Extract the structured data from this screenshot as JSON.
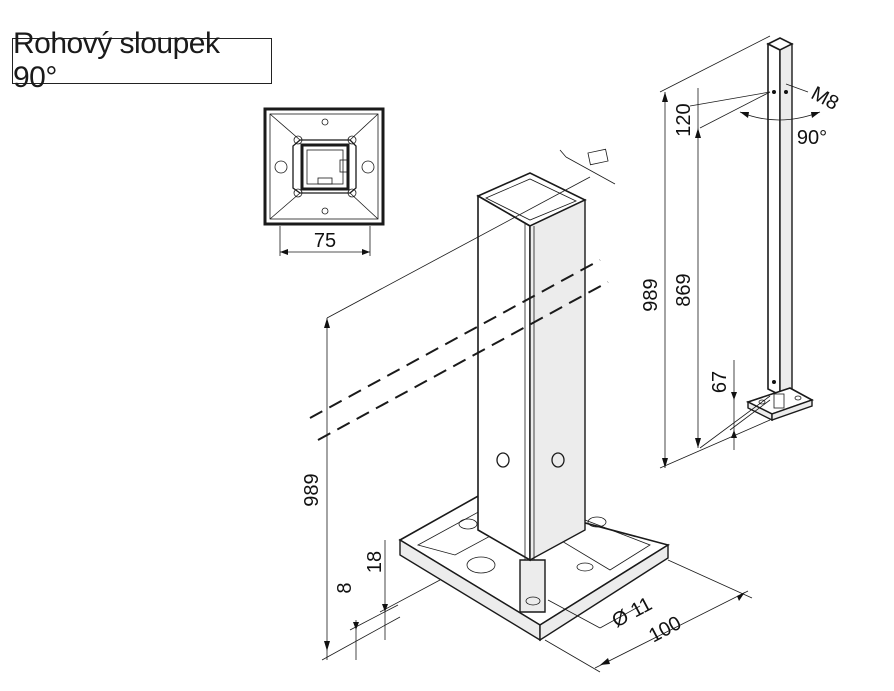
{
  "title": "Rohový sloupek 90°",
  "top_view": {
    "width_label": "75"
  },
  "main_view": {
    "height_label": "989",
    "base_thickness_label": "8",
    "base_height_label": "18",
    "hole_diameter_label": "Ø 11",
    "base_width_label": "100"
  },
  "side_view": {
    "total_height_label": "989",
    "post_height_label": "869",
    "top_offset_label": "120",
    "bottom_offset_label": "67",
    "thread_label": "M8",
    "angle_label": "90°"
  }
}
